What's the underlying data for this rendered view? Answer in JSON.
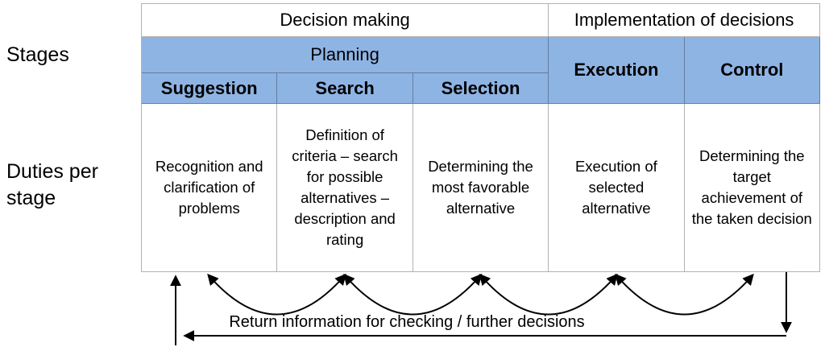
{
  "side_labels": {
    "stages": "Stages",
    "duties_per_stage": "Duties per stage"
  },
  "table": {
    "phase_headers": [
      {
        "label": "Decision making",
        "span_columns": 3
      },
      {
        "label": "Implementation of decisions",
        "span_columns": 2
      }
    ],
    "planning_header": "Planning",
    "planning_stages": [
      "Suggestion",
      "Search",
      "Selection"
    ],
    "implementation_stages": [
      "Execution",
      "Control"
    ],
    "duties": [
      "Recognition and clarification of problems",
      "Definition of criteria – search for possible alternatives – description and rating",
      "Determining the most favorable alternative",
      "Execution of selected alternative",
      "Determining the target achievement of the taken decision"
    ]
  },
  "feedback": {
    "label": "Return information for checking / further decisions",
    "arc_count": 4
  },
  "colors": {
    "stage_fill": "#8EB4E3",
    "table_border": "#B5B5B5",
    "arrow": "#000000",
    "text": "#000000"
  }
}
